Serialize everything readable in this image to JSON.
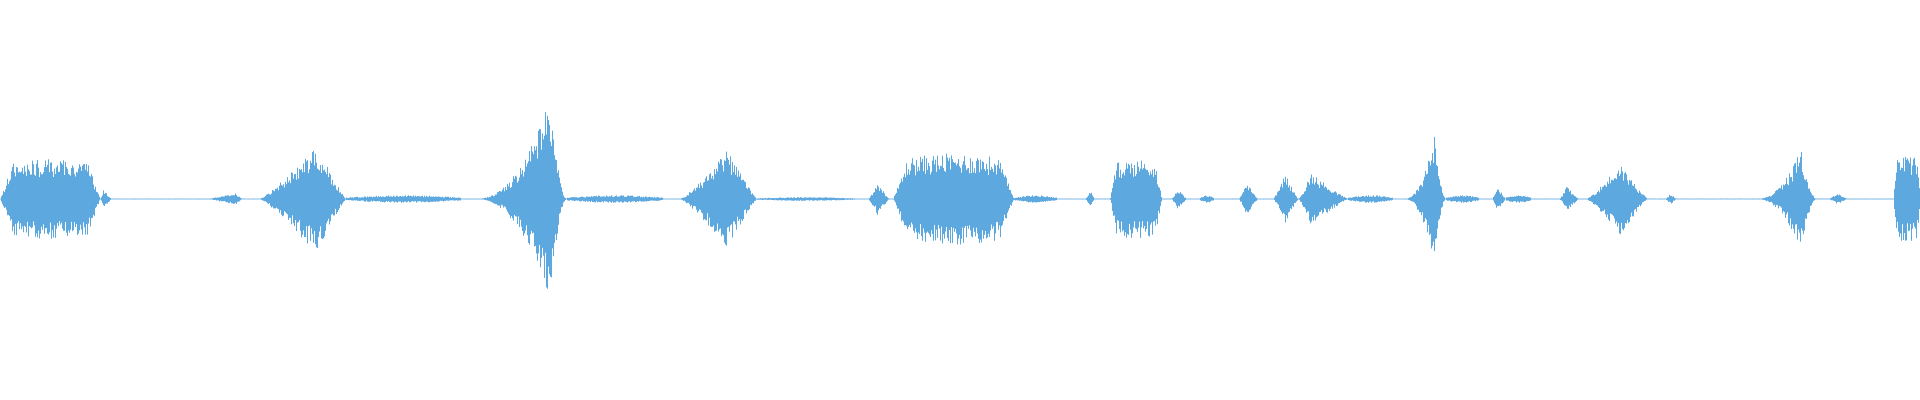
{
  "waveform": {
    "color": "#5ea8e0",
    "background": "#ffffff",
    "amplitude_max": 1.0,
    "segments": [
      {
        "start": 0.0,
        "end": 0.052,
        "peak": 0.21,
        "attack": 0.1,
        "shape": "block"
      },
      {
        "start": 0.052,
        "end": 0.058,
        "peak": 0.05,
        "attack": 0.3,
        "shape": "burst"
      },
      {
        "start": 0.108,
        "end": 0.126,
        "peak": 0.03,
        "attack": 0.8,
        "shape": "ramp"
      },
      {
        "start": 0.135,
        "end": 0.18,
        "peak": 0.29,
        "attack": 0.65,
        "shape": "burst"
      },
      {
        "start": 0.18,
        "end": 0.24,
        "peak": 0.02,
        "attack": 0.5,
        "shape": "noise"
      },
      {
        "start": 0.247,
        "end": 0.295,
        "peak": 0.53,
        "attack": 0.82,
        "shape": "spike"
      },
      {
        "start": 0.295,
        "end": 0.345,
        "peak": 0.02,
        "attack": 0.3,
        "shape": "noise"
      },
      {
        "start": 0.354,
        "end": 0.394,
        "peak": 0.26,
        "attack": 0.62,
        "shape": "burst"
      },
      {
        "start": 0.394,
        "end": 0.445,
        "peak": 0.01,
        "attack": 0.5,
        "shape": "noise"
      },
      {
        "start": 0.452,
        "end": 0.463,
        "peak": 0.09,
        "attack": 0.45,
        "shape": "burst"
      },
      {
        "start": 0.465,
        "end": 0.528,
        "peak": 0.24,
        "attack": 0.2,
        "shape": "block"
      },
      {
        "start": 0.528,
        "end": 0.55,
        "peak": 0.02,
        "attack": 0.3,
        "shape": "noise"
      },
      {
        "start": 0.565,
        "end": 0.57,
        "peak": 0.05,
        "attack": 0.5,
        "shape": "burst"
      },
      {
        "start": 0.578,
        "end": 0.605,
        "peak": 0.21,
        "attack": 0.35,
        "shape": "block"
      },
      {
        "start": 0.61,
        "end": 0.618,
        "peak": 0.06,
        "attack": 0.4,
        "shape": "burst"
      },
      {
        "start": 0.625,
        "end": 0.632,
        "peak": 0.02,
        "attack": 0.5,
        "shape": "noise"
      },
      {
        "start": 0.645,
        "end": 0.655,
        "peak": 0.09,
        "attack": 0.4,
        "shape": "burst"
      },
      {
        "start": 0.663,
        "end": 0.676,
        "peak": 0.14,
        "attack": 0.45,
        "shape": "burst"
      },
      {
        "start": 0.676,
        "end": 0.702,
        "peak": 0.14,
        "attack": 0.25,
        "shape": "burst"
      },
      {
        "start": 0.702,
        "end": 0.725,
        "peak": 0.02,
        "attack": 0.5,
        "shape": "noise"
      },
      {
        "start": 0.731,
        "end": 0.753,
        "peak": 0.34,
        "attack": 0.72,
        "shape": "spike"
      },
      {
        "start": 0.753,
        "end": 0.77,
        "peak": 0.02,
        "attack": 0.3,
        "shape": "noise"
      },
      {
        "start": 0.777,
        "end": 0.784,
        "peak": 0.07,
        "attack": 0.4,
        "shape": "burst"
      },
      {
        "start": 0.784,
        "end": 0.797,
        "peak": 0.02,
        "attack": 0.5,
        "shape": "noise"
      },
      {
        "start": 0.812,
        "end": 0.822,
        "peak": 0.07,
        "attack": 0.4,
        "shape": "burst"
      },
      {
        "start": 0.826,
        "end": 0.858,
        "peak": 0.19,
        "attack": 0.55,
        "shape": "burst"
      },
      {
        "start": 0.867,
        "end": 0.873,
        "peak": 0.03,
        "attack": 0.5,
        "shape": "burst"
      },
      {
        "start": 0.914,
        "end": 0.946,
        "peak": 0.27,
        "attack": 0.75,
        "shape": "spike"
      },
      {
        "start": 0.952,
        "end": 0.962,
        "peak": 0.03,
        "attack": 0.5,
        "shape": "burst"
      },
      {
        "start": 0.986,
        "end": 1.0,
        "peak": 0.23,
        "attack": 0.2,
        "shape": "block"
      }
    ]
  }
}
